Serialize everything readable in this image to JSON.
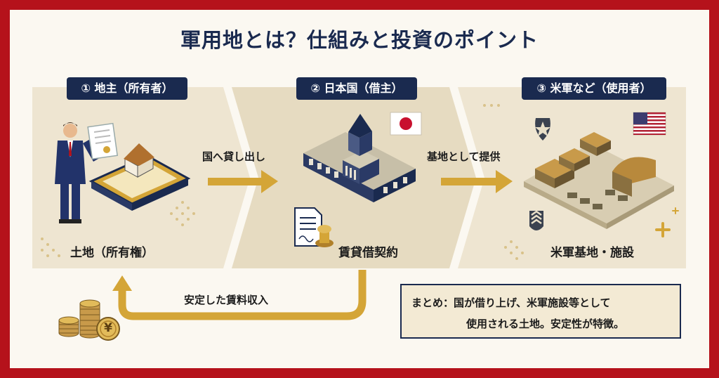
{
  "title": "軍用地とは？仕組みと投資のポイント",
  "steps": [
    {
      "badge": "① 地主（所有者）",
      "caption": "土地（所有権）"
    },
    {
      "badge": "② 日本国（借主）",
      "caption": "賃貸借契約"
    },
    {
      "badge": "③ 米軍など（使用者）",
      "caption": "米軍基地・施設"
    }
  ],
  "flows": {
    "lend": "国へ貸し出し",
    "provide": "基地として提供",
    "rent": "安定した賃料収入"
  },
  "summary": {
    "line1": "まとめ：国が借り上げ、米軍施設等として",
    "line2": "使用される土地。安定性が特徴。"
  },
  "icons": {
    "coin_symbol": "¥",
    "flag_jp": "japan-flag-icon",
    "flag_us": "usa-flag-icon"
  },
  "colors": {
    "frame": "#b5121b",
    "navy": "#1a2a4f",
    "gold": "#d4a537",
    "panel": "#eee5d1"
  }
}
